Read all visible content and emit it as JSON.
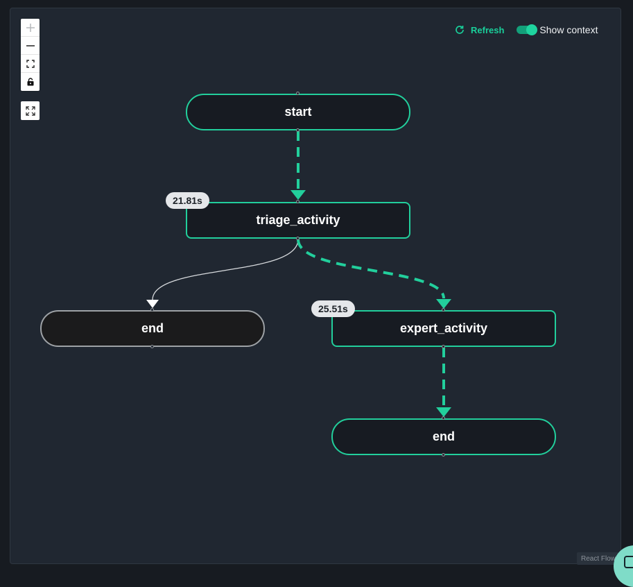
{
  "toolbar": {
    "refresh_label": "Refresh",
    "show_context_label": "Show context",
    "show_context_on": true
  },
  "controls": {
    "zoom_in_icon": "plus-icon",
    "zoom_out_icon": "minus-icon",
    "fit_icon": "fullscreen-icon",
    "lock_icon": "lock-icon",
    "fit_view_icon": "expand-icon"
  },
  "nodes": {
    "start": {
      "label": "start"
    },
    "triage": {
      "label": "triage_activity",
      "duration": "21.81s"
    },
    "end_left": {
      "label": "end"
    },
    "expert": {
      "label": "expert_activity",
      "duration": "25.51s"
    },
    "end_right": {
      "label": "end"
    }
  },
  "attribution": "React Flow",
  "colors": {
    "accent": "#22cf9c",
    "background": "#202731",
    "node_fill": "#171b22",
    "inactive_border": "#9ea2a6"
  }
}
